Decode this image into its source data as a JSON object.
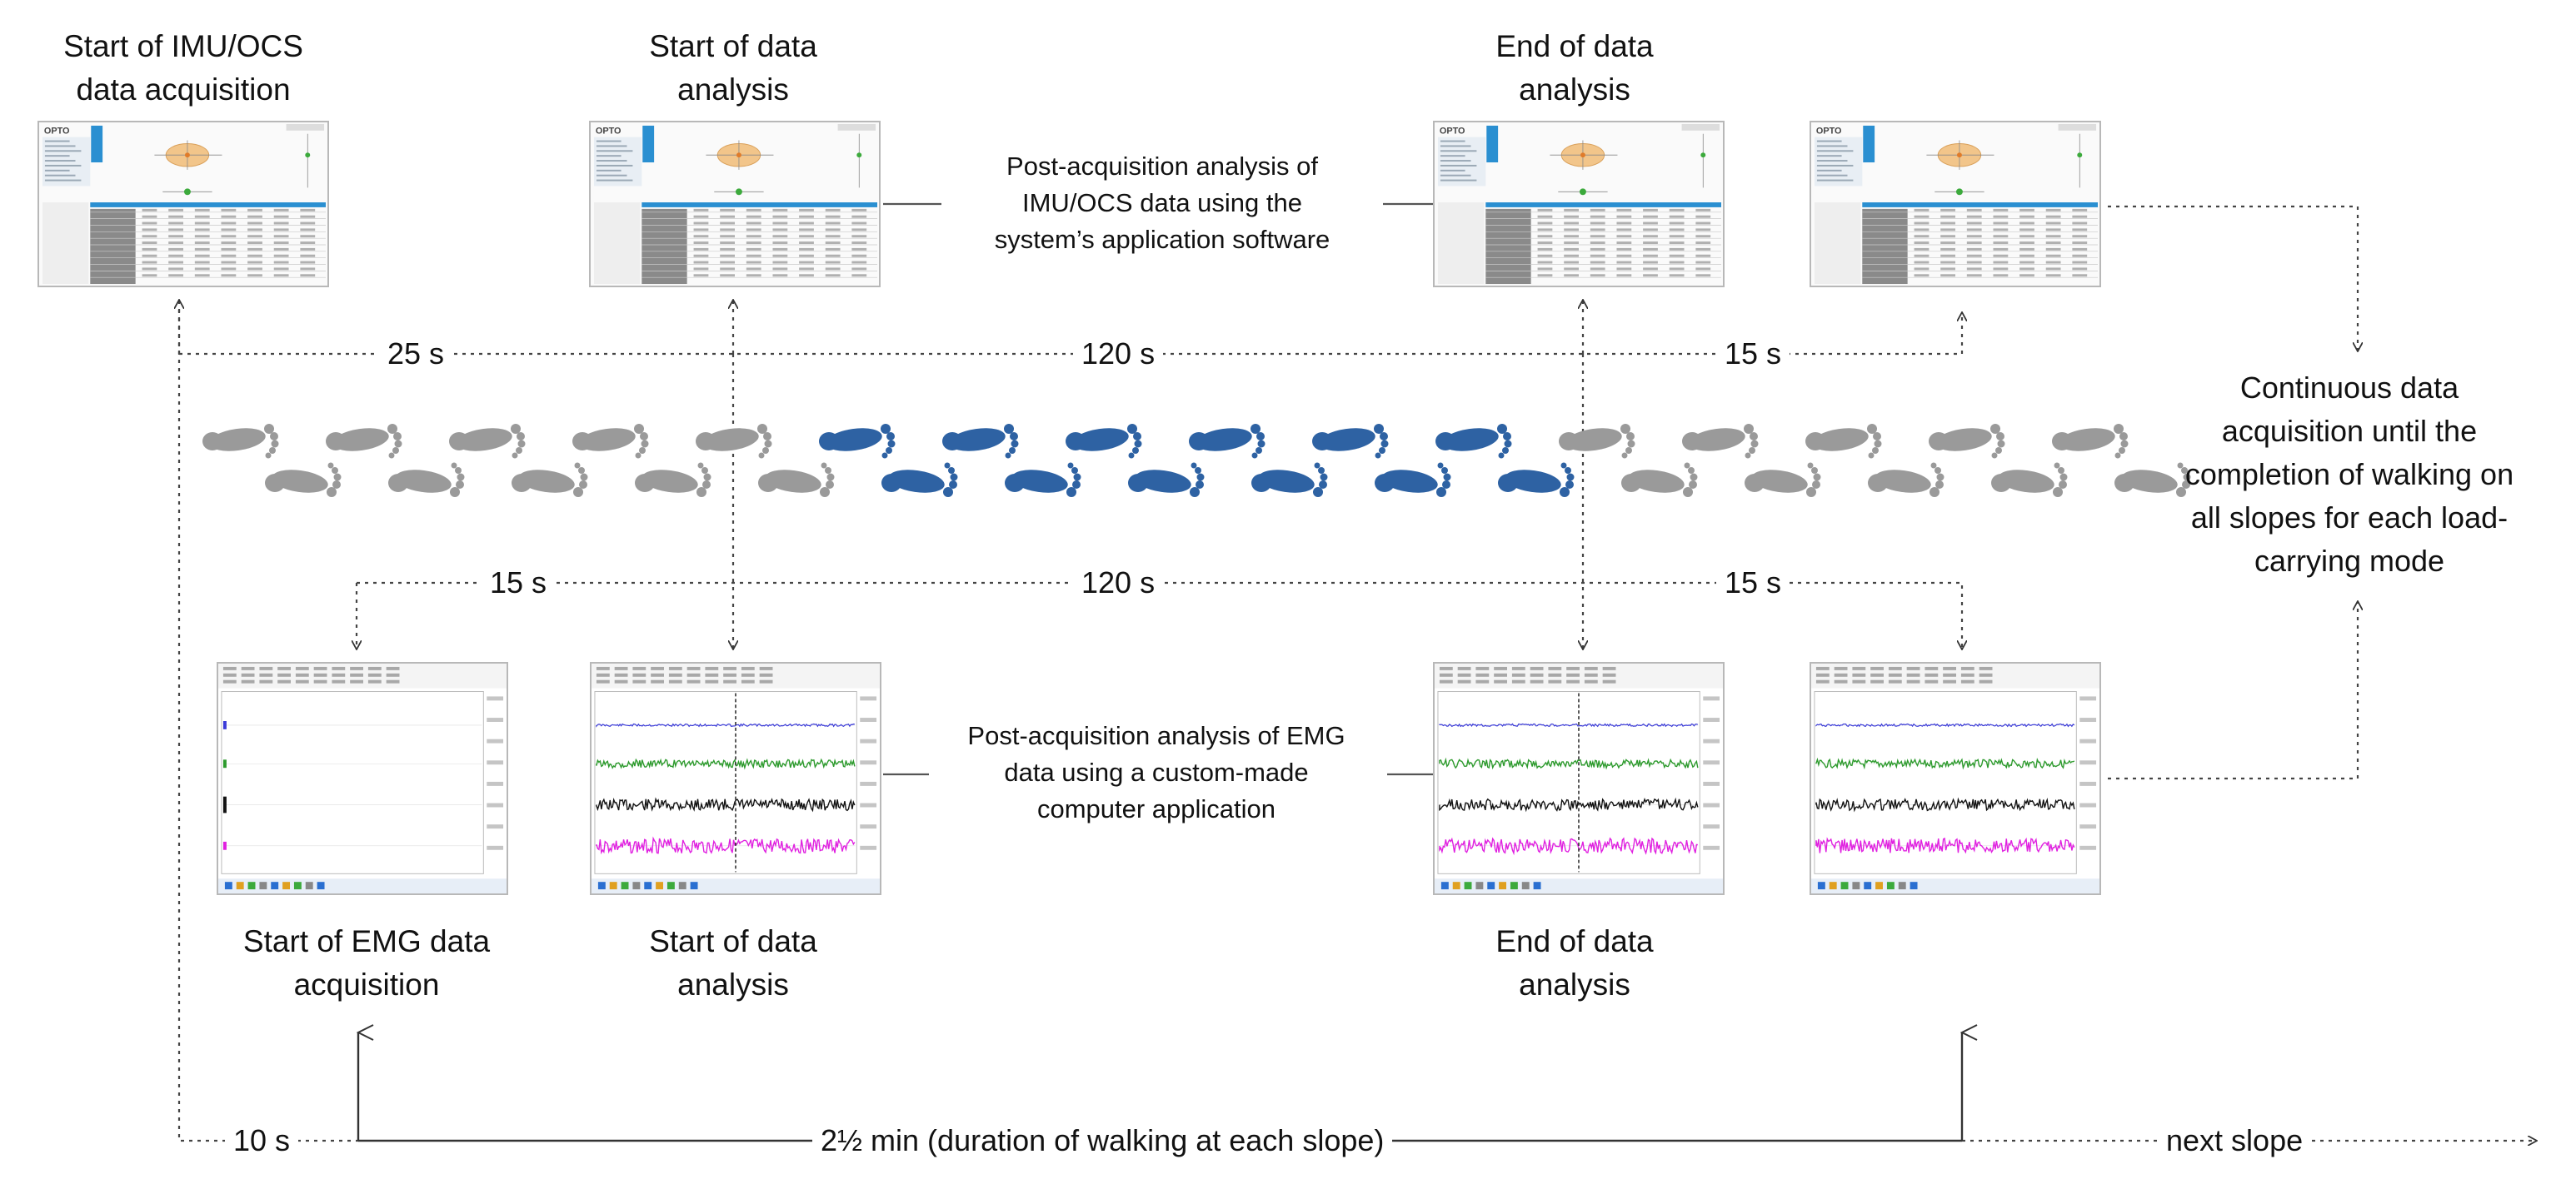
{
  "labels": {
    "imu_start": "Start of IMU/OCS\ndata acquisition",
    "imu_analysis_start": "Start of data\nanalysis",
    "imu_analysis_end": "End of data\nanalysis",
    "imu_post_note": "Post-acquisition analysis of\nIMU/OCS data using the\nsystem’s application software",
    "continuous_note": "Continuous data\nacquisition until the\ncompletion of walking on\nall slopes for each load-\ncarrying mode",
    "emg_start": "Start of EMG data\nacquisition",
    "emg_analysis_start": "Start of data\nanalysis",
    "emg_analysis_end": "End of data\nanalysis",
    "emg_post_note": "Post-acquisition analysis of EMG\ndata using a custom-made\ncomputer application"
  },
  "timings": {
    "top_25": "25 s",
    "top_120": "120 s",
    "top_15": "15 s",
    "mid_15_left": "15 s",
    "mid_120": "120 s",
    "mid_15_right": "15 s",
    "bottom_10": "10 s",
    "bottom_duration": "2½ min (duration of walking at each slope)",
    "bottom_next": "next slope"
  },
  "footsteps": {
    "gray_color": "#9a9a9a",
    "blue_color": "#2e62a3",
    "sequence": [
      "gray",
      "gray",
      "gray",
      "gray",
      "gray",
      "blue",
      "blue",
      "blue",
      "blue",
      "blue",
      "blue",
      "gray",
      "gray",
      "gray",
      "gray",
      "gray"
    ]
  },
  "emg_traces": {
    "colors": [
      "#3a3ad8",
      "#2c9a2c",
      "#111111",
      "#e020e0"
    ]
  },
  "screen_logo": "OPTO"
}
